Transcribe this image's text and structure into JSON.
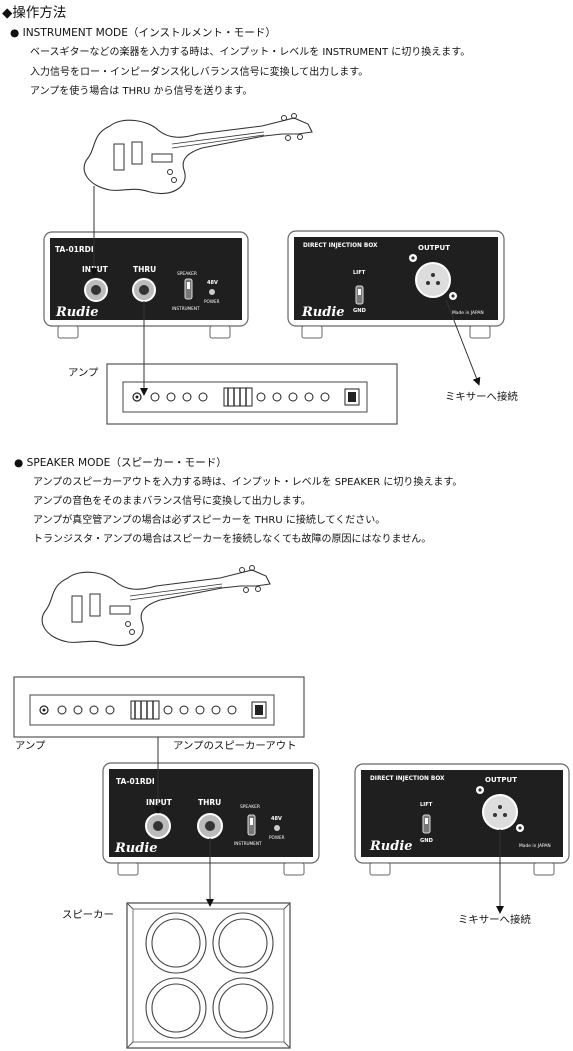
{
  "heading": "◆操作方法",
  "section1": {
    "title": "● INSTRUMENT MODE（インストルメント・モード）",
    "lines": [
      "ベースギターなどの楽器を入力する時は、インプット・レベルを INSTRUMENT に切り換えます。",
      "入力信号をロー・インピーダンス化しバランス信号に変換して出力します。",
      "アンプを使う場合は THRU から信号を送ります。"
    ],
    "amp_label": "アンプ",
    "mixer_label": "ミキサーへ接続"
  },
  "section2": {
    "title": "● SPEAKER MODE（スピーカー・モード）",
    "lines": [
      "アンプのスピーカーアウトを入力する時は、インプット・レベルを SPEAKER に切り換えます。",
      "アンプの音色をそのままバランス信号に変換して出力します。",
      "アンプが真空管アンプの場合は必ずスピーカーを THRU に接続してください。",
      "トランジスタ・アンプの場合はスピーカーを接続しなくても故障の原因にはなりません。"
    ],
    "amp_label": "アンプ",
    "speaker_out_label": "アンプのスピーカーアウト",
    "speaker_label": "スピーカー",
    "mixer_label": "ミキサーへ接続"
  },
  "device": {
    "model": "TA-01RDI",
    "input": "INPUT",
    "thru": "THRU",
    "speaker": "SPEAKER",
    "instrument": "INSTRUMENT",
    "v48": "48V",
    "power": "POWER",
    "brand": "Rudie"
  },
  "dib": {
    "title": "DIRECT INJECTION BOX",
    "output": "OUTPUT",
    "lift": "LIFT",
    "gnd": "GND",
    "made": "Made in JAPAN",
    "brand": "Rudie"
  }
}
